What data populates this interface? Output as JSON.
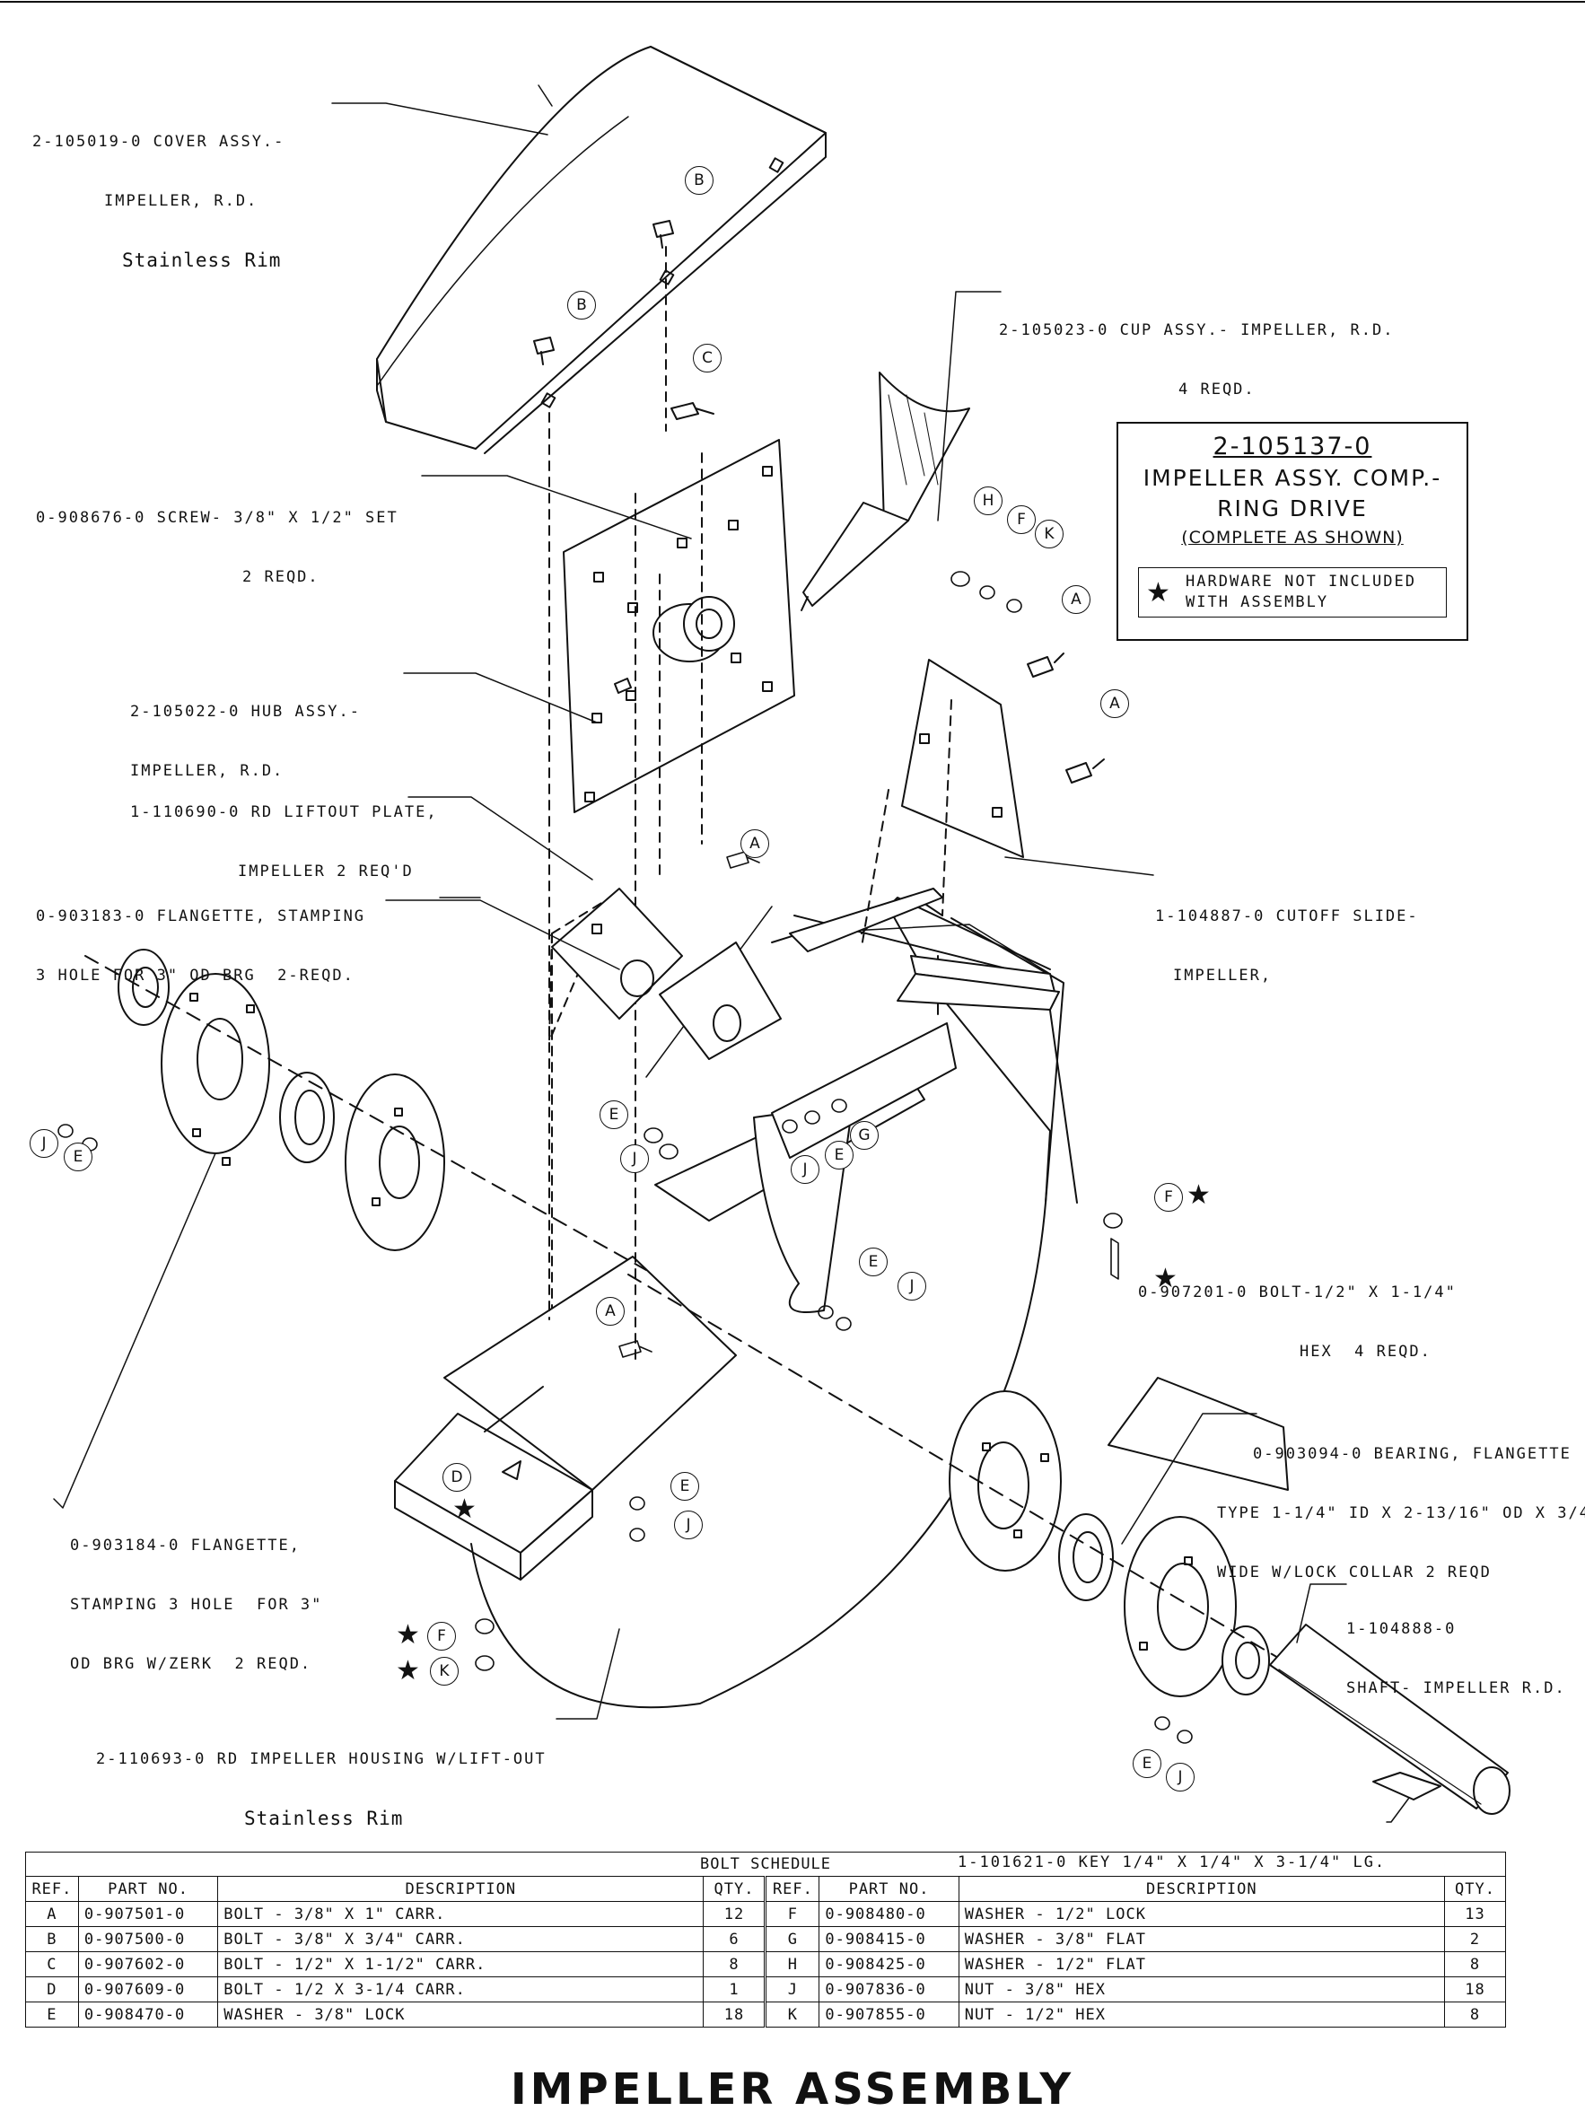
{
  "title": "IMPELLER ASSEMBLY",
  "assembly_box": {
    "part_number": "2-105137-0",
    "line1": "IMPELLER ASSY. COMP.-",
    "line2": "RING DRIVE",
    "line3": "(COMPLETE AS SHOWN)",
    "note": "HARDWARE NOT INCLUDED\nWITH ASSEMBLY"
  },
  "labels": [
    {
      "id": "cover",
      "lines": [
        "2-105019-0 COVER ASSY.-",
        "IMPELLER, R.D."
      ],
      "extra": "Stainless Rim"
    },
    {
      "id": "cup",
      "lines": [
        "2-105023-0 CUP ASSY.- IMPELLER, R.D.",
        "4 REQD."
      ]
    },
    {
      "id": "screw",
      "lines": [
        "0-908676-0 SCREW- 3/8\" X 1/2\" SET",
        "2 REQD."
      ]
    },
    {
      "id": "hub",
      "lines": [
        "2-105022-0 HUB ASSY.-",
        "IMPELLER, R.D."
      ]
    },
    {
      "id": "liftout",
      "lines": [
        "1-110690-0 RD LIFTOUT PLATE,",
        "IMPELLER 2 REQ'D"
      ]
    },
    {
      "id": "flangette1",
      "lines": [
        "0-903183-0 FLANGETTE, STAMPING",
        "3 HOLE FOR 3\" OD BRG  2-REQD."
      ]
    },
    {
      "id": "cutoff",
      "lines": [
        "1-104887-0 CUTOFF SLIDE-",
        "IMPELLER,"
      ]
    },
    {
      "id": "bolt",
      "lines": [
        "0-907201-0 BOLT-1/2\" X 1-1/4\"",
        "HEX  4 REQD."
      ]
    },
    {
      "id": "bearing",
      "lines": [
        "0-903094-0 BEARING, FLANGETTE",
        "TYPE 1-1/4\" ID X 2-13/16\" OD X 3/4",
        "WIDE W/LOCK COLLAR 2 REQD"
      ]
    },
    {
      "id": "flangette2",
      "lines": [
        "0-903184-0 FLANGETTE,",
        "STAMPING 3 HOLE  FOR 3\"",
        "OD BRG W/ZERK  2 REQD."
      ]
    },
    {
      "id": "shaft",
      "lines": [
        "1-104888-0",
        "SHAFT- IMPELLER R.D."
      ]
    },
    {
      "id": "housing",
      "lines": [
        "2-110693-0 RD IMPELLER HOUSING W/LIFT-OUT"
      ],
      "extra": "Stainless Rim"
    },
    {
      "id": "key",
      "lines": [
        "1-101621-0 KEY 1/4\" X 1/4\" X 3-1/4\" LG."
      ]
    }
  ],
  "bolt_schedule": {
    "caption": "BOLT SCHEDULE",
    "headers": [
      "REF.",
      "PART NO.",
      "DESCRIPTION",
      "QTY.",
      "REF.",
      "PART NO.",
      "DESCRIPTION",
      "QTY."
    ],
    "rows": [
      [
        "A",
        "0-907501-0",
        "BOLT - 3/8\" X 1\" CARR.",
        "12",
        "F",
        "0-908480-0",
        "WASHER - 1/2\" LOCK",
        "13"
      ],
      [
        "B",
        "0-907500-0",
        "BOLT - 3/8\" X 3/4\" CARR.",
        "6",
        "G",
        "0-908415-0",
        "WASHER - 3/8\" FLAT",
        "2"
      ],
      [
        "C",
        "0-907602-0",
        "BOLT - 1/2\" X 1-1/2\" CARR.",
        "8",
        "H",
        "0-908425-0",
        "WASHER - 1/2\" FLAT",
        "8"
      ],
      [
        "D",
        "0-907609-0",
        "BOLT - 1/2 X 3-1/4 CARR.",
        "1",
        "J",
        "0-907836-0",
        "NUT - 3/8\" HEX",
        "18"
      ],
      [
        "E",
        "0-908470-0",
        "WASHER - 3/8\" LOCK",
        "18",
        "K",
        "0-907855-0",
        "NUT - 1/2\" HEX",
        "8"
      ]
    ]
  },
  "callouts": [
    "B",
    "B",
    "C",
    "H",
    "F",
    "K",
    "A",
    "A",
    "A",
    "E",
    "J",
    "G",
    "E",
    "J",
    "J",
    "E",
    "F",
    "E",
    "J",
    "A",
    "D",
    "E",
    "J",
    "F",
    "K",
    "E",
    "J"
  ]
}
